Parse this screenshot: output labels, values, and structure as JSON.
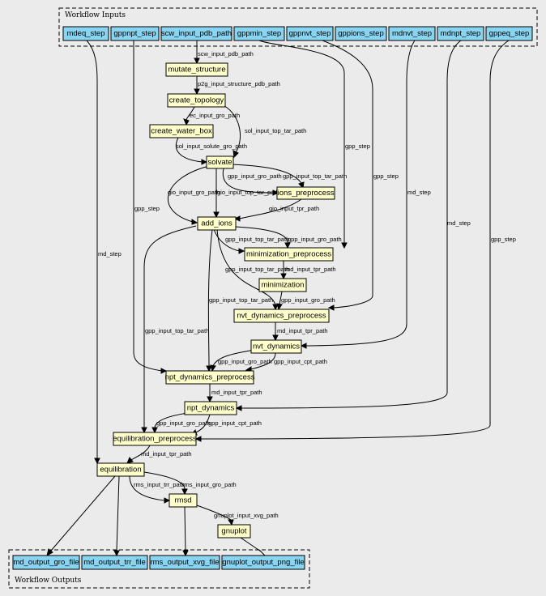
{
  "clusters": {
    "inputs_label": "Workflow Inputs",
    "outputs_label": "Workflow Outputs"
  },
  "inputs": [
    {
      "id": "mdeq_step",
      "label": "mdeq_step"
    },
    {
      "id": "gppnpt_step",
      "label": "gppnpt_step"
    },
    {
      "id": "scw_input_pdb_path",
      "label": "scw_input_pdb_path"
    },
    {
      "id": "gppmin_step",
      "label": "gppmin_step"
    },
    {
      "id": "gppnvt_step",
      "label": "gppnvt_step"
    },
    {
      "id": "gppions_step",
      "label": "gppions_step"
    },
    {
      "id": "mdnvt_step",
      "label": "mdnvt_step"
    },
    {
      "id": "mdnpt_step",
      "label": "mdnpt_step"
    },
    {
      "id": "gppeq_step",
      "label": "gppeq_step"
    }
  ],
  "steps": [
    {
      "id": "mutate_structure",
      "label": "mutate_structure"
    },
    {
      "id": "create_topology",
      "label": "create_topology"
    },
    {
      "id": "create_water_box",
      "label": "create_water_box"
    },
    {
      "id": "solvate",
      "label": "solvate"
    },
    {
      "id": "ions_preprocess",
      "label": "ions_preprocess"
    },
    {
      "id": "add_ions",
      "label": "add_ions"
    },
    {
      "id": "minimization_preprocess",
      "label": "minimization_preprocess"
    },
    {
      "id": "minimization",
      "label": "minimization"
    },
    {
      "id": "nvt_dynamics_preprocess",
      "label": "nvt_dynamics_preprocess"
    },
    {
      "id": "nvt_dynamics",
      "label": "nvt_dynamics"
    },
    {
      "id": "npt_dynamics_preprocess",
      "label": "npt_dynamics_preprocess"
    },
    {
      "id": "npt_dynamics",
      "label": "npt_dynamics"
    },
    {
      "id": "equilibration_preprocess",
      "label": "equilibration_preprocess"
    },
    {
      "id": "equilibration",
      "label": "equilibration"
    },
    {
      "id": "rmsd",
      "label": "rmsd"
    },
    {
      "id": "gnuplot",
      "label": "gnuplot"
    }
  ],
  "outputs": [
    {
      "id": "md_output_gro_file",
      "label": "md_output_gro_file"
    },
    {
      "id": "md_output_trr_file",
      "label": "md_output_trr_file"
    },
    {
      "id": "rms_output_xvg_file",
      "label": "rms_output_xvg_file"
    },
    {
      "id": "gnuplot_output_png_file",
      "label": "gnuplot_output_png_file"
    }
  ],
  "edges": [
    {
      "from": "scw_input_pdb_path",
      "to": "mutate_structure",
      "label": "scw_input_pdb_path"
    },
    {
      "from": "mutate_structure",
      "to": "create_topology",
      "label": "p2g_input_structure_pdb_path"
    },
    {
      "from": "create_topology",
      "to": "create_water_box",
      "label": "ec_input_gro_path"
    },
    {
      "from": "create_topology",
      "to": "solvate",
      "label": "sol_input_top_tar_path"
    },
    {
      "from": "create_water_box",
      "to": "solvate",
      "label": "sol_input_solute_gro_path"
    },
    {
      "from": "solvate",
      "to": "ions_preprocess",
      "label": "gpp_input_gro_path"
    },
    {
      "from": "solvate",
      "to": "ions_preprocess",
      "label": "gpp_input_top_tar_path"
    },
    {
      "from": "solvate",
      "to": "add_ions",
      "label": "gio_input_gro_path"
    },
    {
      "from": "solvate",
      "to": "add_ions",
      "label": "gio_input_top_tar_path"
    },
    {
      "from": "ions_preprocess",
      "to": "add_ions",
      "label": "gio_input_tpr_path"
    },
    {
      "from": "gppmin_step",
      "to": "minimization_preprocess",
      "label": "gpp_step"
    },
    {
      "from": "add_ions",
      "to": "minimization_preprocess",
      "label": "gpp_input_top_tar_path"
    },
    {
      "from": "add_ions",
      "to": "minimization_preprocess",
      "label": "gpp_input_gro_path"
    },
    {
      "from": "minimization_preprocess",
      "to": "minimization",
      "label": "md_input_tpr_path"
    },
    {
      "from": "add_ions",
      "to": "nvt_dynamics_preprocess",
      "label": "gpp_input_top_tar_path"
    },
    {
      "from": "minimization",
      "to": "nvt_dynamics_preprocess",
      "label": "gpp_input_gro_path"
    },
    {
      "from": "gppnvt_step",
      "to": "nvt_dynamics_preprocess",
      "label": "gpp_step"
    },
    {
      "from": "nvt_dynamics_preprocess",
      "to": "nvt_dynamics",
      "label": "md_input_tpr_path"
    },
    {
      "from": "mdnvt_step",
      "to": "nvt_dynamics",
      "label": "md_step"
    },
    {
      "from": "gppnpt_step",
      "to": "npt_dynamics_preprocess",
      "label": "gpp_step"
    },
    {
      "from": "add_ions",
      "to": "npt_dynamics_preprocess",
      "label": "gpp_input_top_tar_path"
    },
    {
      "from": "nvt_dynamics",
      "to": "npt_dynamics_preprocess",
      "label": "gpp_input_gro_path"
    },
    {
      "from": "nvt_dynamics",
      "to": "npt_dynamics_preprocess",
      "label": "gpp_input_cpt_path"
    },
    {
      "from": "npt_dynamics_preprocess",
      "to": "npt_dynamics",
      "label": "md_input_tpr_path"
    },
    {
      "from": "mdnpt_step",
      "to": "npt_dynamics",
      "label": "md_step"
    },
    {
      "from": "add_ions",
      "to": "equilibration_preprocess",
      "label": "gpp_input_top_tar_path"
    },
    {
      "from": "npt_dynamics",
      "to": "equilibration_preprocess",
      "label": "gpp_input_gro_path"
    },
    {
      "from": "npt_dynamics",
      "to": "equilibration_preprocess",
      "label": "gpp_input_cpt_path"
    },
    {
      "from": "gppeq_step",
      "to": "equilibration_preprocess",
      "label": "gpp_step"
    },
    {
      "from": "equilibration_preprocess",
      "to": "equilibration",
      "label": "md_input_tpr_path"
    },
    {
      "from": "mdeq_step",
      "to": "equilibration",
      "label": "md_step"
    },
    {
      "from": "equilibration",
      "to": "rmsd",
      "label": "rms_input_trr_path"
    },
    {
      "from": "equilibration",
      "to": "rmsd",
      "label": "rms_input_gro_path"
    },
    {
      "from": "rmsd",
      "to": "gnuplot",
      "label": "gnuplot_input_xvg_path"
    },
    {
      "from": "equilibration",
      "to": "md_output_gro_file",
      "label": ""
    },
    {
      "from": "equilibration",
      "to": "md_output_trr_file",
      "label": ""
    },
    {
      "from": "rmsd",
      "to": "rms_output_xvg_file",
      "label": ""
    },
    {
      "from": "gnuplot",
      "to": "gnuplot_output_png_file",
      "label": ""
    }
  ]
}
